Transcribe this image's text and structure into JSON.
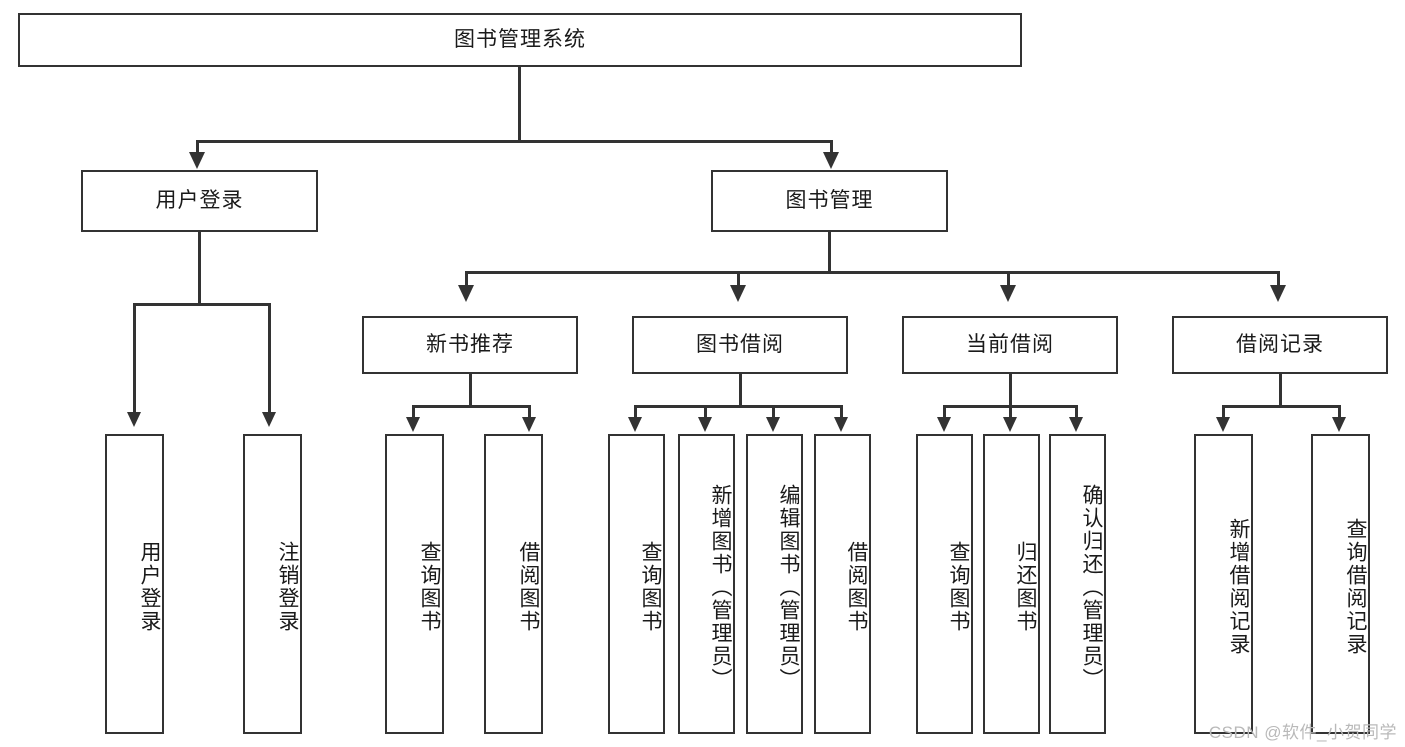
{
  "diagram": {
    "title": "图书管理系统",
    "type": "tree",
    "root": {
      "id": "root",
      "label": "图书管理系统",
      "level": 0
    },
    "level2": [
      {
        "id": "user-login",
        "label": "用户登录",
        "level": 1
      },
      {
        "id": "book-management",
        "label": "图书管理",
        "level": 1
      }
    ],
    "level3": [
      {
        "id": "new-book-recommend",
        "label": "新书推荐",
        "level": 2,
        "parent": "book-management"
      },
      {
        "id": "book-borrow",
        "label": "图书借阅",
        "level": 2,
        "parent": "book-management"
      },
      {
        "id": "current-borrow",
        "label": "当前借阅",
        "level": 2,
        "parent": "book-management"
      },
      {
        "id": "borrow-record",
        "label": "借阅记录",
        "level": 2,
        "parent": "book-management"
      }
    ],
    "leaves": {
      "user_login": [
        {
          "id": "leaf-user-login",
          "label": "用户登录"
        },
        {
          "id": "leaf-user-logout",
          "label": "注销登录"
        }
      ],
      "new_book_recommend": [
        {
          "id": "leaf-query-book-1",
          "label": "查询图书"
        },
        {
          "id": "leaf-borrow-book-1",
          "label": "借阅图书"
        }
      ],
      "book_borrow": [
        {
          "id": "leaf-query-book-2",
          "label": "查询图书"
        },
        {
          "id": "leaf-add-book",
          "label": "新增图书（管理员）"
        },
        {
          "id": "leaf-edit-book",
          "label": "编辑图书（管理员）"
        },
        {
          "id": "leaf-borrow-book-2",
          "label": "借阅图书"
        }
      ],
      "current_borrow": [
        {
          "id": "leaf-query-book-3",
          "label": "查询图书"
        },
        {
          "id": "leaf-return-book",
          "label": "归还图书"
        },
        {
          "id": "leaf-confirm-return",
          "label": "确认归还（管理员）"
        }
      ],
      "borrow_record": [
        {
          "id": "leaf-add-record",
          "label": "新增借阅记录"
        },
        {
          "id": "leaf-query-record",
          "label": "查询借阅记录"
        }
      ]
    }
  },
  "watermark": {
    "text": "CSDN @软件_小贺同学"
  },
  "colors": {
    "stroke": "#333333",
    "fill": "#ffffff",
    "text": "#1a1a1a",
    "watermark": "#b9b9b9"
  }
}
